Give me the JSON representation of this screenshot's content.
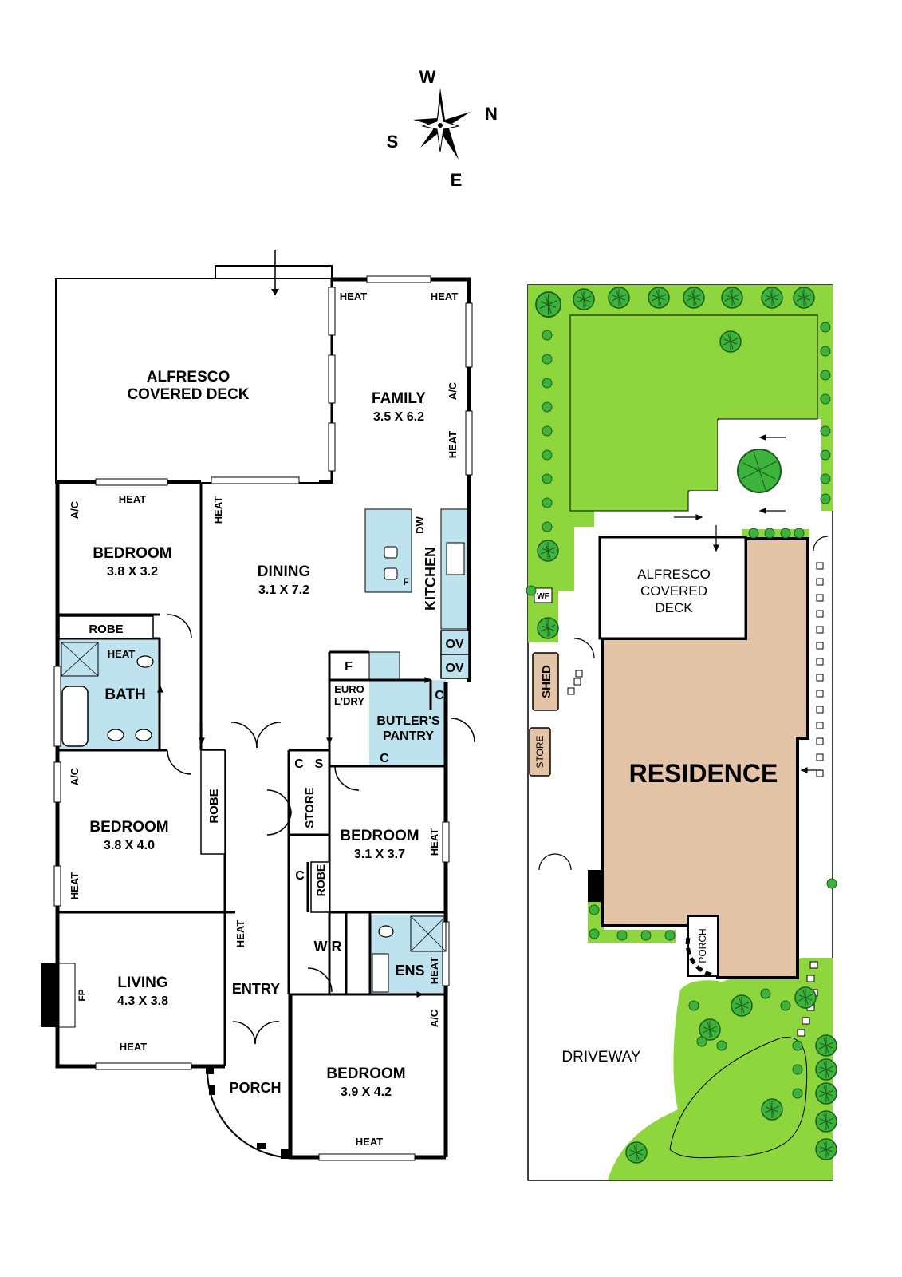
{
  "compass": {
    "north": "N",
    "south": "S",
    "east": "E",
    "west": "W"
  },
  "floor_plan": {
    "rooms": {
      "alfresco_line1": "ALFRESCO",
      "alfresco_line2": "COVERED DECK",
      "family_name": "FAMILY",
      "family_dims": "3.5 X 6.2",
      "bedroom1_name": "BEDROOM",
      "bedroom1_dims": "3.8 X 3.2",
      "dining_name": "DINING",
      "dining_dims": "3.1 X 7.2",
      "kitchen_name": "KITCHEN",
      "robe1": "ROBE",
      "bath": "BATH",
      "euro_line1": "EURO",
      "euro_line2": "L'DRY",
      "butlers_line1": "BUTLER'S",
      "butlers_line2": "PANTRY",
      "bedroom2_name": "BEDROOM",
      "bedroom2_dims": "3.8 X 4.0",
      "robe2": "ROBE",
      "store": "STORE",
      "bedroom3_name": "BEDROOM",
      "bedroom3_dims": "3.1 X 3.7",
      "robe3": "ROBE",
      "living_name": "LIVING",
      "living_dims": "4.3 X 3.8",
      "entry": "ENTRY",
      "wir": "WIR",
      "ens": "ENS",
      "porch": "PORCH",
      "bedroom4_name": "BEDROOM",
      "bedroom4_dims": "3.9 X 4.2"
    },
    "fixtures": {
      "heat": "HEAT",
      "ac": "A/C",
      "dw": "DW",
      "fridge": "F",
      "oven": "OV",
      "cupboard": "C",
      "shelf": "S",
      "fireplace": "FP"
    }
  },
  "site_plan": {
    "residence": "RESIDENCE",
    "alfresco_line1": "ALFRESCO",
    "alfresco_line2": "COVERED",
    "alfresco_line3": "DECK",
    "shed": "SHED",
    "store": "STORE",
    "wf": "WF",
    "porch": "PORCH",
    "driveway": "DRIVEWAY"
  },
  "colors": {
    "wet_area": "#bfe3ee",
    "lawn": "#8ed63e",
    "residence": "#e3c4a6",
    "shed": "#e3c4a6",
    "wall": "#000000"
  }
}
